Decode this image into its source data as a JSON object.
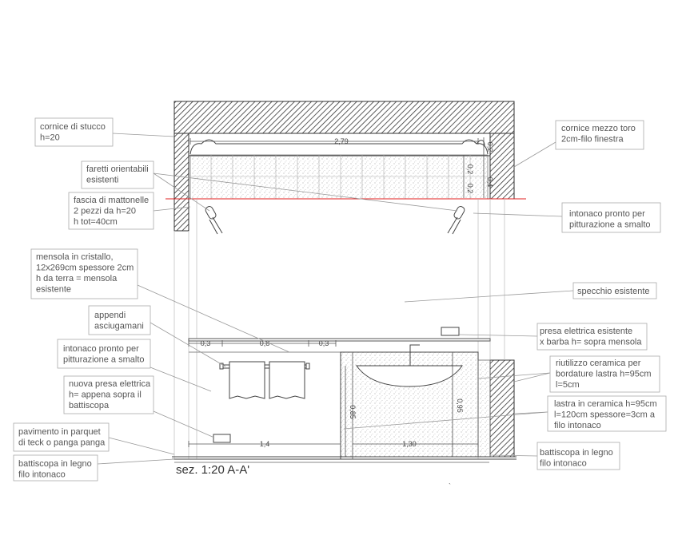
{
  "title": "sez. 1:20 A-A'",
  "annotations": {
    "cornice_stucco": [
      "cornice di stucco",
      "h=20"
    ],
    "faretti": [
      "faretti orientabili",
      "esistenti"
    ],
    "fascia": [
      "fascia di mattonelle",
      "2 pezzi da h=20",
      "h tot=40cm"
    ],
    "mensola": [
      "mensola in cristallo,",
      "12x269cm spessore 2cm",
      "h da terra = mensola",
      "esistente"
    ],
    "appendi": [
      "appendi",
      "asciugamani"
    ],
    "intonaco_left": [
      "intonaco pronto per",
      "pitturazione a smalto"
    ],
    "nuova_presa": [
      "nuova presa elettrica",
      "h= appena sopra il",
      "battiscopa"
    ],
    "pavimento": [
      "pavimento in parquet",
      "di teck o panga panga"
    ],
    "battiscopa_left": [
      "battiscopa in legno",
      "filo intonaco"
    ],
    "cornice_toro": [
      "cornice mezzo toro",
      "2cm-filo finestra"
    ],
    "intonaco_right": [
      "intonaco pronto per",
      "pitturazione a smalto"
    ],
    "specchio": [
      "specchio esistente"
    ],
    "presa_esistente": [
      "presa elettrica esistente",
      "x barba h= sopra mensola"
    ],
    "riutilizzo": [
      "riutilizzo ceramica per",
      "bordature lastra h=95cm",
      "l=5cm"
    ],
    "lastra": [
      "lastra in ceramica h=95cm",
      "l=120cm spessore=3cm a",
      "filo intonaco"
    ],
    "battiscopa_right": [
      "battiscopa in legno",
      "filo intonaco"
    ]
  },
  "dimensions": {
    "width_top": "2,79",
    "d02_a": "0,2",
    "d02_b": "0,2",
    "d02_c": "0,2",
    "d04": "0,4",
    "d03_left": "0,3",
    "d08": "0,8",
    "d03_right": "0,3",
    "d14": "1,4",
    "d130": "1,30",
    "d085": "0,85",
    "d095": "0,95"
  },
  "colors": {
    "line": "#555555",
    "leader": "#999999",
    "section_line": "#e02020",
    "note_border": "#aaaaaa",
    "hatch": "#333333"
  }
}
